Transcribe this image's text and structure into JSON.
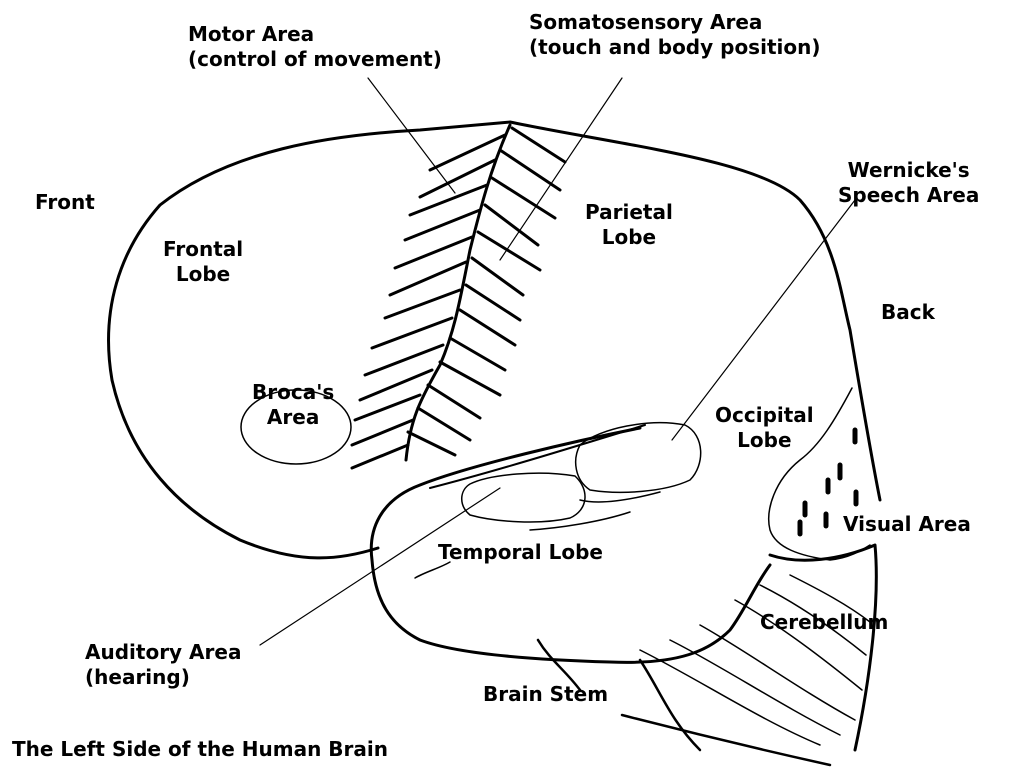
{
  "title": "The Left Side of the Human Brain",
  "orientation": {
    "front": "Front",
    "back": "Back"
  },
  "labels": {
    "motor_area": [
      "Motor Area",
      "(control of movement)"
    ],
    "somatosensory_area": [
      "Somatosensory Area",
      "(touch and body position)"
    ],
    "wernicke": [
      "Wernicke's",
      "Speech Area"
    ],
    "frontal_lobe": [
      "Frontal",
      "Lobe"
    ],
    "parietal_lobe": [
      "Parietal",
      "Lobe"
    ],
    "brocas_area": [
      "Broca's",
      "Area"
    ],
    "occipital_lobe": [
      "Occipital",
      "Lobe"
    ],
    "visual_area": "Visual Area",
    "temporal_lobe": "Temporal Lobe",
    "cerebellum": "Cerebellum",
    "auditory_area": [
      "Auditory Area",
      "(hearing)"
    ],
    "brain_stem": "Brain Stem"
  },
  "colors": {
    "ink": "#000000",
    "background": "#ffffff"
  }
}
